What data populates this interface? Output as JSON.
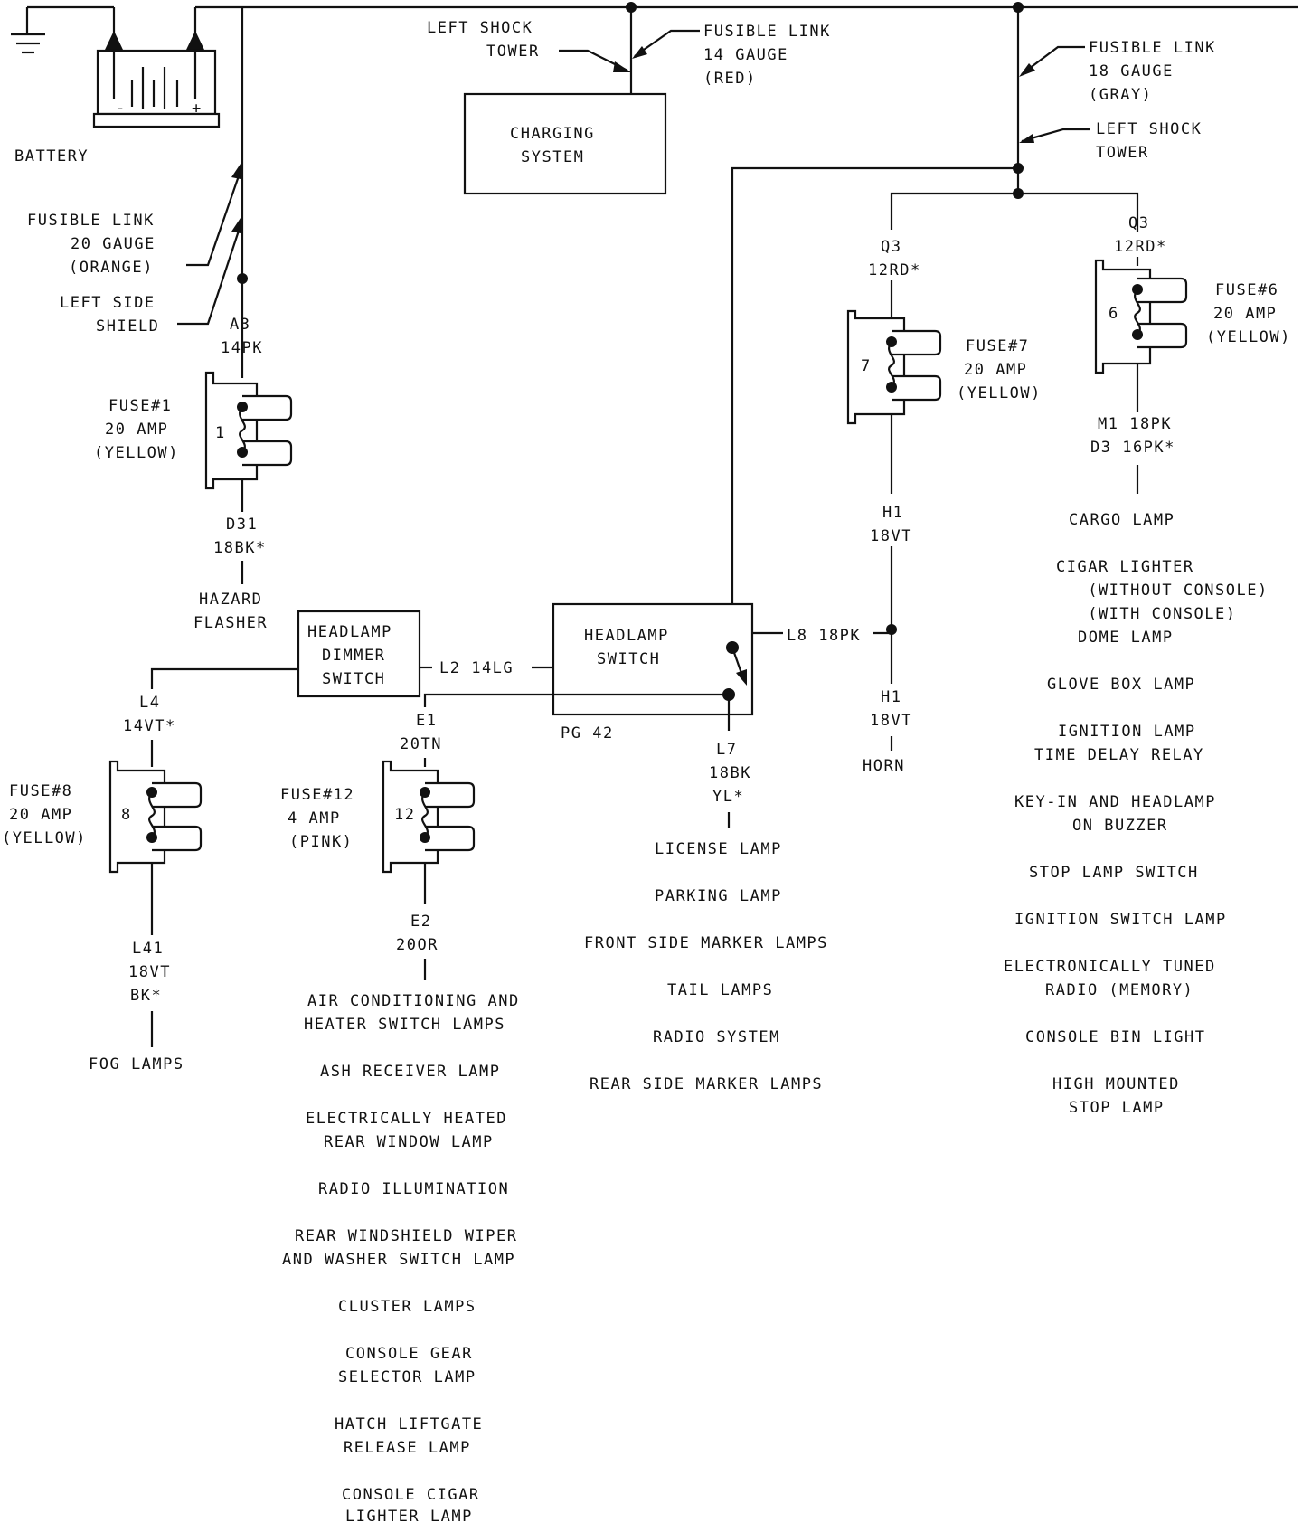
{
  "battery": {
    "label": "BATTERY",
    "minus": "-",
    "plus": "+"
  },
  "fusible_link_20": [
    "FUSIBLE LINK",
    "20 GAUGE",
    "(ORANGE)"
  ],
  "left_side_shield": [
    "LEFT SIDE",
    "SHIELD"
  ],
  "left_shock_tower_top": [
    "LEFT SHOCK",
    "TOWER"
  ],
  "fusible_link_14": [
    "FUSIBLE LINK",
    "14 GAUGE",
    "(RED)"
  ],
  "charging_system": [
    "CHARGING",
    "SYSTEM"
  ],
  "fusible_link_18": [
    "FUSIBLE LINK",
    "18 GAUGE",
    "(GRAY)"
  ],
  "left_shock_tower_right": [
    "LEFT SHOCK",
    "TOWER"
  ],
  "fuse1": {
    "wire_in": [
      "A3",
      "14PK"
    ],
    "label": [
      "FUSE#1",
      "20 AMP",
      "(YELLOW)"
    ],
    "number": "1",
    "wire_out": [
      "D31",
      "18BK*"
    ],
    "load": [
      "HAZARD",
      "FLASHER"
    ]
  },
  "fuse7": {
    "wire_in": [
      "Q3",
      "12RD*"
    ],
    "label": [
      "FUSE#7",
      "20 AMP",
      "(YELLOW)"
    ],
    "number": "7",
    "wire_out": [
      "H1",
      "18VT"
    ]
  },
  "fuse6": {
    "wire_in": [
      "Q3",
      "12RD*"
    ],
    "label": [
      "FUSE#6",
      "20 AMP",
      "(YELLOW)"
    ],
    "number": "6",
    "wire_out": [
      "M1  18PK",
      "D3  16PK*"
    ]
  },
  "cargo_loads": [
    [
      "CARGO LAMP"
    ],
    [
      "CIGAR LIGHTER",
      "   (WITHOUT CONSOLE)",
      "   (WITH CONSOLE)",
      "DOME LAMP"
    ],
    [
      "GLOVE BOX LAMP"
    ],
    [
      "IGNITION LAMP",
      "TIME DELAY RELAY"
    ],
    [
      "KEY-IN AND HEADLAMP",
      "ON BUZZER"
    ],
    [
      "STOP LAMP SWITCH"
    ],
    [
      "IGNITION SWITCH LAMP"
    ],
    [
      "ELECTRONICALLY TUNED",
      "RADIO (MEMORY)"
    ],
    [
      "CONSOLE BIN LIGHT"
    ],
    [
      "HIGH MOUNTED",
      "STOP LAMP"
    ]
  ],
  "headlamp_dimmer_switch": [
    "HEADLAMP",
    "DIMMER",
    "SWITCH"
  ],
  "wire_l2": "L2  14LG",
  "headlamp_switch": [
    "HEADLAMP",
    "SWITCH"
  ],
  "pg": "PG 42",
  "wire_l8": "L8  18PK",
  "horn_wire": [
    "H1",
    "18VT"
  ],
  "horn": "HORN",
  "fuse8": {
    "wire_in": [
      "L4",
      "14VT*"
    ],
    "label": [
      "FUSE#8",
      "20 AMP",
      "(YELLOW)"
    ],
    "number": "8",
    "wire_out": [
      "L41",
      "18VT",
      "BK*"
    ],
    "load": "FOG LAMPS"
  },
  "fuse12": {
    "wire_in": [
      "E1",
      "20TN"
    ],
    "label": [
      "FUSE#12",
      "4 AMP",
      "(PINK)"
    ],
    "number": "12",
    "wire_out": [
      "E2",
      "20OR"
    ]
  },
  "e2_loads": [
    [
      "AIR CONDITIONING AND",
      "HEATER SWITCH LAMPS"
    ],
    [
      "ASH RECEIVER LAMP"
    ],
    [
      "ELECTRICALLY HEATED",
      "REAR WINDOW LAMP"
    ],
    [
      "RADIO ILLUMINATION"
    ],
    [
      "REAR WINDSHIELD WIPER",
      "AND WASHER SWITCH LAMP"
    ],
    [
      "CLUSTER LAMPS"
    ],
    [
      "CONSOLE GEAR",
      "SELECTOR LAMP"
    ],
    [
      "HATCH LIFTGATE",
      "RELEASE LAMP"
    ],
    [
      "CONSOLE CIGAR",
      "LIGHTER LAMP"
    ]
  ],
  "l7": {
    "wire": [
      "L7",
      "18BK",
      "YL*"
    ]
  },
  "l7_loads": [
    [
      "LICENSE LAMP"
    ],
    [
      "PARKING LAMP"
    ],
    [
      "FRONT SIDE MARKER LAMPS"
    ],
    [
      "TAIL LAMPS"
    ],
    [
      "RADIO SYSTEM"
    ],
    [
      "REAR SIDE MARKER LAMPS"
    ]
  ]
}
